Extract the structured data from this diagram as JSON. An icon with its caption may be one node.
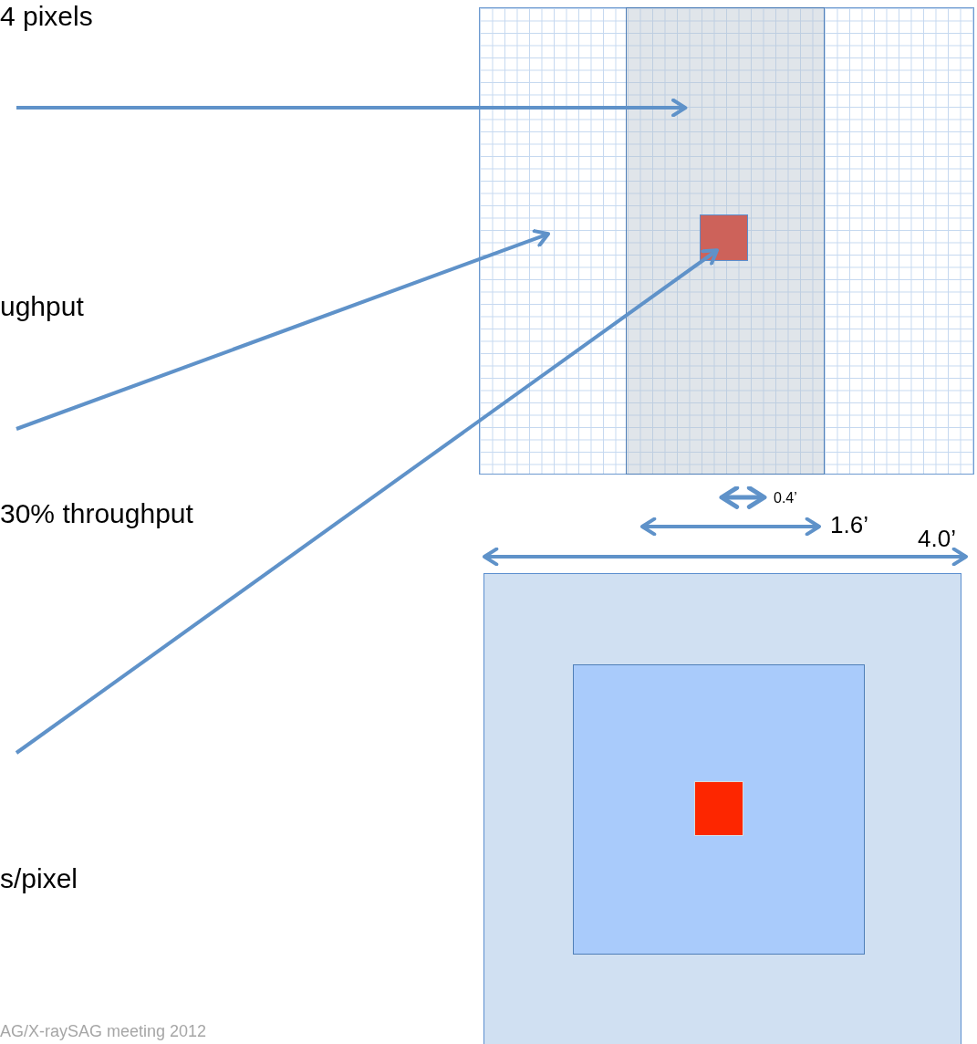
{
  "diagram": {
    "nodes": [
      {
        "text": [],
        "shape": "picture"
      },
      {
        "text": [],
        "shape": "box",
        "in": 0
      },
      {
        "text": [],
        "shape": "box",
        "in": 1
      },
      {
        "text": [],
        "shape": "box"
      },
      {
        "text": [],
        "shape": "box",
        "in": 3
      },
      {
        "text": [],
        "shape": "box",
        "in": 4
      }
    ],
    "edges": [
      {
        "from": null,
        "to": 1,
        "arrow": "to"
      },
      {
        "from": null,
        "to": 0,
        "arrow": "to"
      },
      {
        "from": null,
        "to": 2,
        "arrow": "to"
      }
    ],
    "labels": [
      "4 pixels",
      "ughput",
      "30% throughput",
      "s/pixel",
      "0.4’",
      "1.6’",
      "4.0’",
      "AG/X-raySAG meeting 2012"
    ]
  }
}
